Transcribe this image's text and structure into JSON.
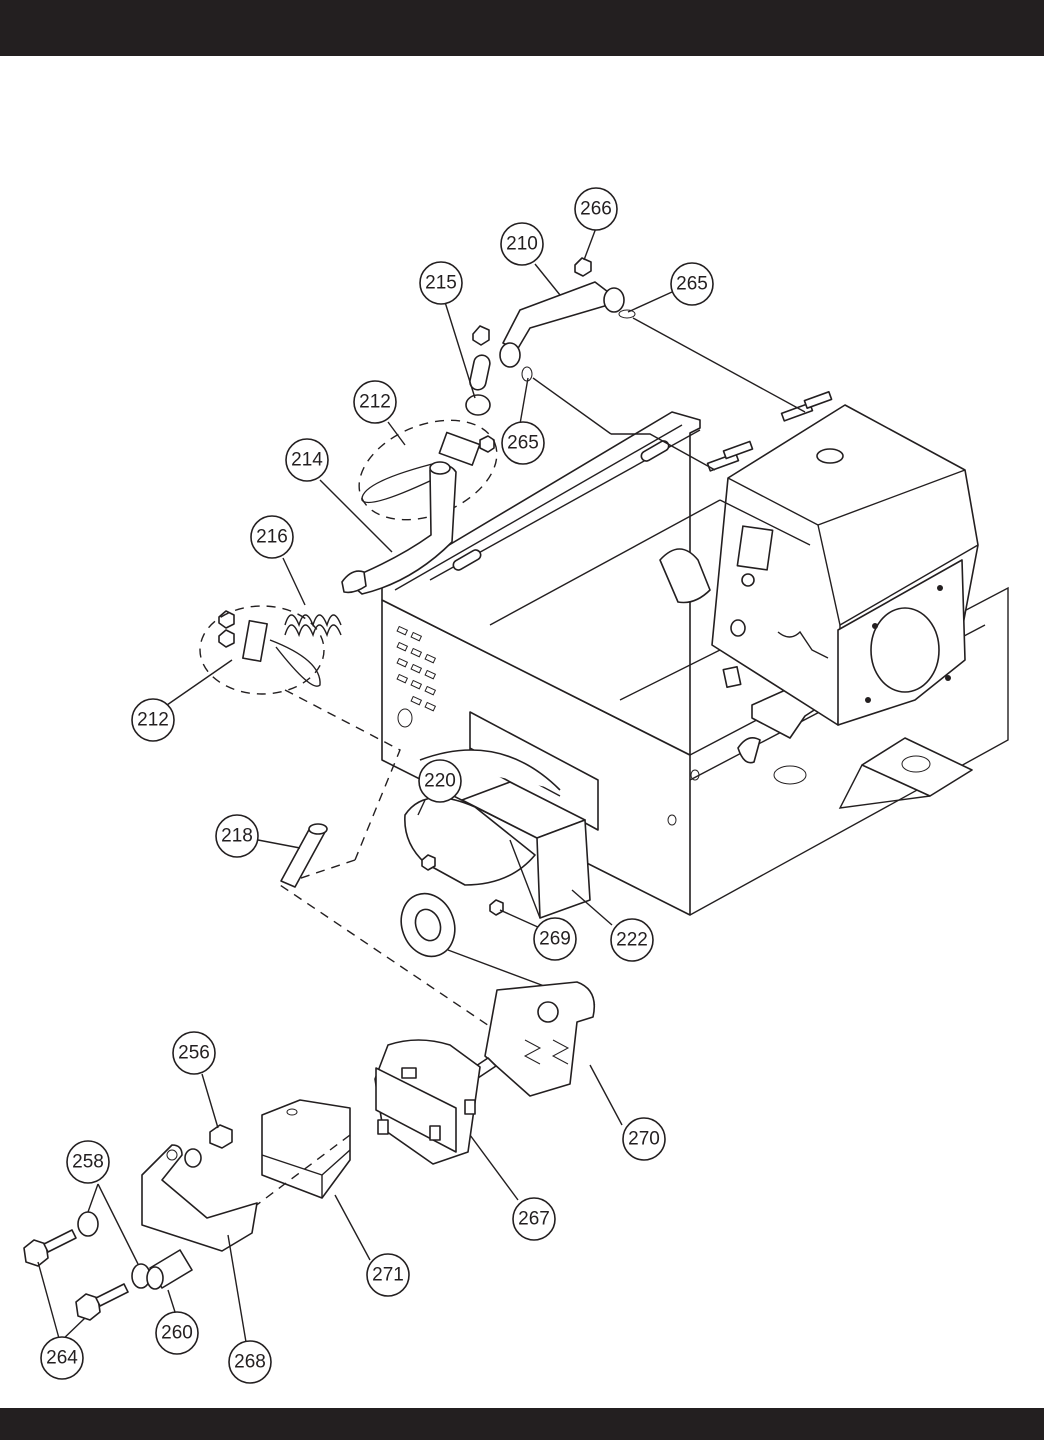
{
  "header": {
    "text": ""
  },
  "footer": {
    "text": ""
  },
  "diagram": {
    "callouts": [
      {
        "id": "c266",
        "label": "266"
      },
      {
        "id": "c210",
        "label": "210"
      },
      {
        "id": "c265a",
        "label": "265"
      },
      {
        "id": "c215",
        "label": "215"
      },
      {
        "id": "c212a",
        "label": "212"
      },
      {
        "id": "c265b",
        "label": "265"
      },
      {
        "id": "c214",
        "label": "214"
      },
      {
        "id": "c216",
        "label": "216"
      },
      {
        "id": "c212b",
        "label": "212"
      },
      {
        "id": "c220",
        "label": "220"
      },
      {
        "id": "c218",
        "label": "218"
      },
      {
        "id": "c269",
        "label": "269"
      },
      {
        "id": "c222",
        "label": "222"
      },
      {
        "id": "c256",
        "label": "256"
      },
      {
        "id": "c270",
        "label": "270"
      },
      {
        "id": "c258",
        "label": "258"
      },
      {
        "id": "c267",
        "label": "267"
      },
      {
        "id": "c271",
        "label": "271"
      },
      {
        "id": "c260",
        "label": "260"
      },
      {
        "id": "c264",
        "label": "264"
      },
      {
        "id": "c268",
        "label": "268"
      }
    ]
  }
}
